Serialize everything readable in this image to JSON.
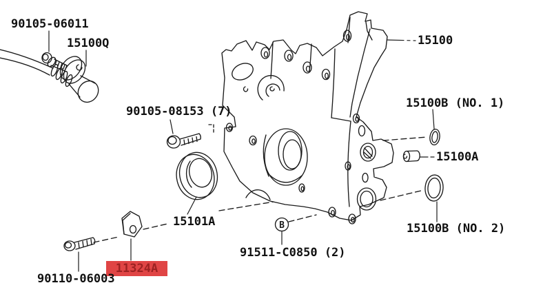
{
  "diagram": {
    "background": "#ffffff",
    "line_color": "#1a1a1a",
    "highlight": {
      "bg": "#e04545",
      "text_color": "#9c2222"
    }
  },
  "parts": {
    "sensor_bolt": {
      "label": "90105-06011"
    },
    "cam_sensor": {
      "label": "15100Q"
    },
    "cover_bolts": {
      "label": "90105-08153 (7)"
    },
    "timing_cover": {
      "label": "15100"
    },
    "oring_no1": {
      "label": "15100B (NO. 1)"
    },
    "dowel_pin": {
      "label": "15100A"
    },
    "oring_no2": {
      "label": "15100B (NO. 2)"
    },
    "oil_seal": {
      "label": "15101A"
    },
    "stud_bolts": {
      "label": "91511-C0850 (2)",
      "callout": "B"
    },
    "key": {
      "label": "11324A",
      "highlighted": true
    },
    "lower_bolt": {
      "label": "90110-06003"
    }
  }
}
